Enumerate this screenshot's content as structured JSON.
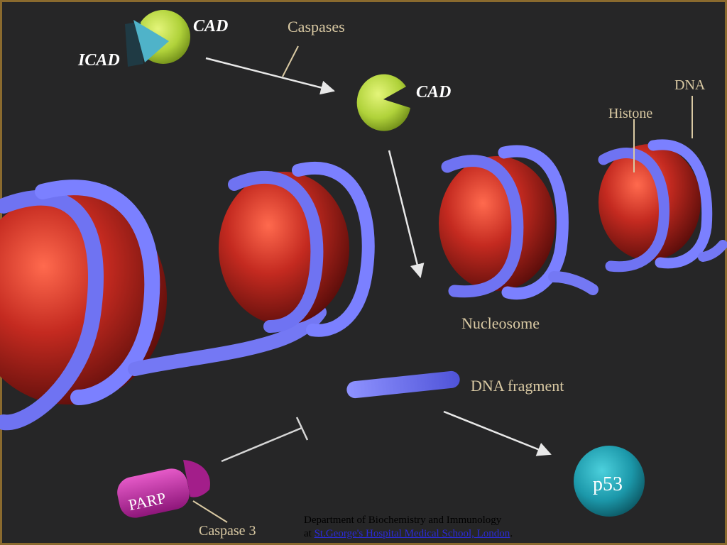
{
  "labels": {
    "icad": "ICAD",
    "cad_top": "CAD",
    "caspases": "Caspases",
    "cad_mid": "CAD",
    "histone": "Histone",
    "dna": "DNA",
    "nucleosome": "Nucleosome",
    "dna_fragment": "DNA fragment",
    "parp": "PARP",
    "caspase3": "Caspase 3",
    "p53": "p53"
  },
  "credit": {
    "line1": "Department of Biochemistry and Immunology",
    "at": "at ",
    "link_text": "St.George's Hospital Medical School, London",
    "period": "."
  },
  "colors": {
    "background": "#262627",
    "frame": "#8a6a2e",
    "histone": "#b8261f",
    "dna": "#6f73f2",
    "cad": "#b6d83c",
    "icad": "#4fb3c9",
    "parp": "#c42fa6",
    "p53": "#1f99ab",
    "label": "#d9c9a3",
    "link": "#2b2bd6"
  }
}
